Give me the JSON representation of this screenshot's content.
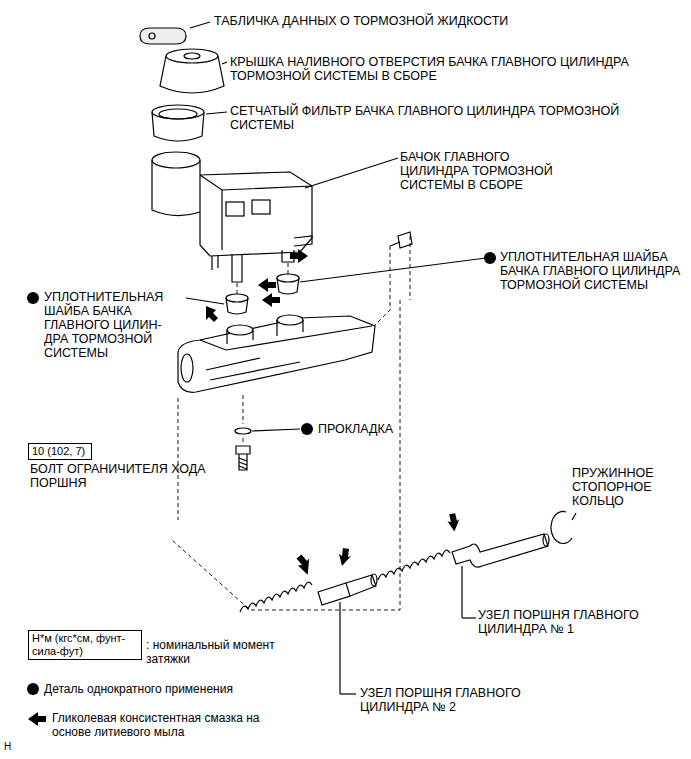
{
  "diagram": {
    "nodes": [
      {
        "text": [
          "10 (102, 7)"
        ]
      },
      {
        "text": [
          "Н*м (кгс*см, фунт-сила-фут)"
        ]
      }
    ],
    "labels": [
      "ТАБЛИЧКА ДАННЫХ О ТОРМОЗНОЙ ЖИДКОСТИ",
      "КРЫШКА НАЛИВНОГО ОТВЕРСТИЯ БАЧКА ГЛАВНОГО ЦИЛИНДРА ТОРМОЗНОЙ СИСТЕМЫ В СБОРЕ",
      "СЕТЧАТЫЙ ФИЛЬТР БАЧКА ГЛАВНОГО ЦИЛИНДРА ТОРМОЗНОЙ СИСТЕМЫ",
      "БАЧОК ГЛАВНОГО ЦИЛИНДРА ТОРМОЗНОЙ СИСТЕМЫ В СБОРЕ",
      "УПЛОТНИТЕЛЬНАЯ ШАЙБА БАЧКА ГЛАВНОГО ЦИЛИНДРА ТОРМОЗНОЙ СИСТЕМЫ",
      "УПЛОТНИТЕЛЬНАЯ ШАЙБА БАЧКА ГЛАВНОГО ЦИЛИН- ДРА ТОРМОЗНОЙ СИСТЕМЫ",
      "ПРОКЛАДКА",
      "БОЛТ ОГРАНИЧИТЕЛЯ ХОДА ПОРШНЯ",
      "ПРУЖИННОЕ СТОПОРНОЕ КОЛЬЦО",
      "УЗЕЛ ПОРШНЯ ГЛАВНОГО ЦИЛИНДРА № 1",
      "УЗЕЛ ПОРШНЯ ГЛАВНОГО ЦИЛИНДРА № 2",
      "H"
    ],
    "legend": [
      {
        "text": ": номинальный момент затяжки"
      },
      {
        "text": "Деталь однократного применения"
      },
      {
        "text": "Гликолевая консистентная смазка на основе литиевого мыла"
      }
    ]
  }
}
